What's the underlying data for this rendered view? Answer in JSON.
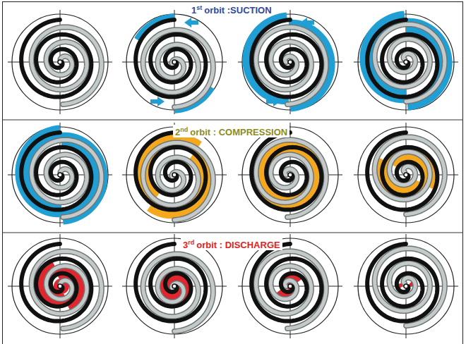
{
  "diagram": {
    "labels": [
      "1",
      "st",
      "orbit :SUCTION",
      "2",
      "nd",
      "orbit : COMPRESSION",
      "3",
      "rd",
      "orbit : DISCHARGE"
    ]
  }
}
